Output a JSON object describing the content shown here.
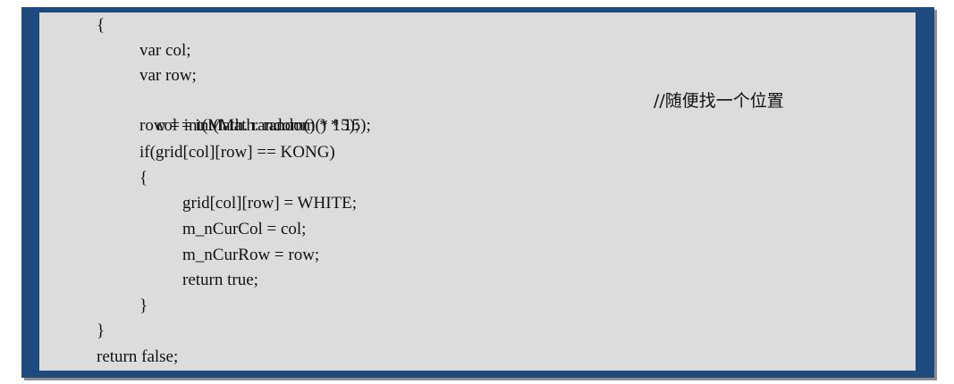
{
  "code": {
    "lines": [
      {
        "text": "{"
      },
      {
        "text": "var col;"
      },
      {
        "text": "var row;"
      },
      {
        "text": "col = int(Math. random() * 15);",
        "comment": "//随便找一个位置"
      },
      {
        "text": "row = int(Math. random() * 15);"
      },
      {
        "text": "if(grid[col][row] == KONG)"
      },
      {
        "text": "{"
      },
      {
        "text": "grid[col][row] = WHITE;"
      },
      {
        "text": "m_nCurCol = col;"
      },
      {
        "text": "m_nCurRow = row;"
      },
      {
        "text": "return true;"
      },
      {
        "text": "}"
      },
      {
        "text": "}"
      },
      {
        "text": "return false;"
      }
    ]
  },
  "colors": {
    "frame": "#1f4a7e",
    "panel": "#dcdcdc",
    "text": "#111111"
  }
}
